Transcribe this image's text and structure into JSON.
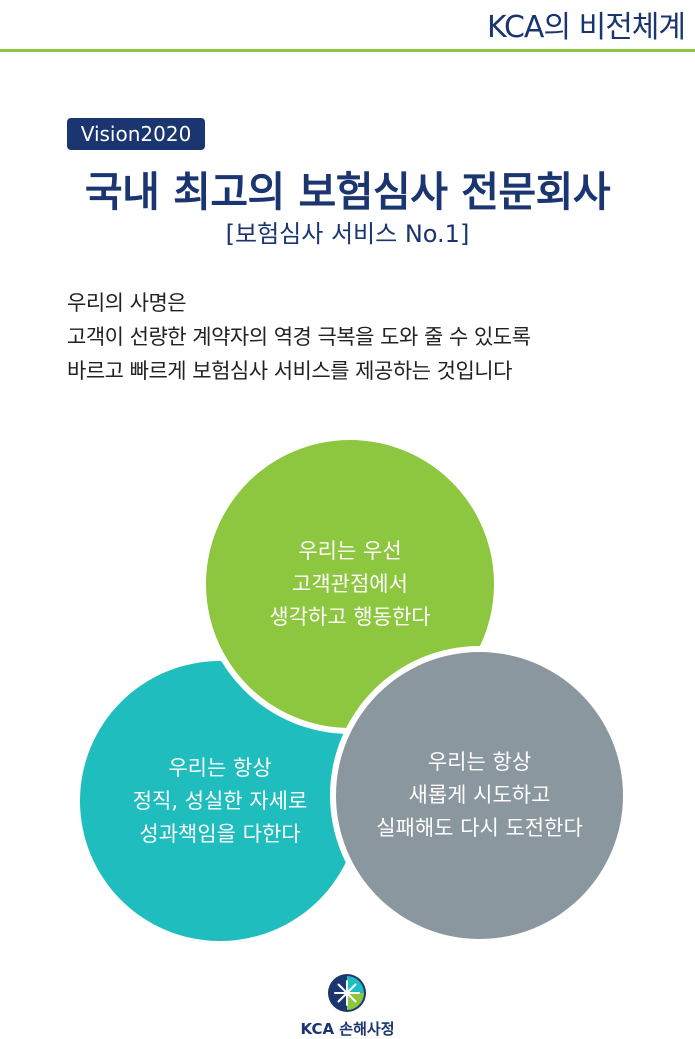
{
  "header": {
    "title": "KCA의 비전체계"
  },
  "vision": {
    "badge": "Vision2020",
    "title": "국내 최고의 보험심사 전문회사",
    "subtitle": "[보험심사 서비스 No.1]"
  },
  "mission": {
    "lines": [
      "우리의 사명은",
      "고객이 선량한 계약자의 역경 극복을 도와 줄 수 있도록",
      "바르고 빠르게 보험심사 서비스를 제공하는 것입니다"
    ]
  },
  "values": {
    "top": {
      "lines": [
        "우리는 우선",
        "고객관점에서",
        "생각하고 행동한다"
      ],
      "color": "#8dc63f"
    },
    "left": {
      "lines": [
        "우리는 항상",
        "정직, 성실한 자세로",
        "성과책임을 다한다"
      ],
      "color": "#20bdbf"
    },
    "right": {
      "lines": [
        "우리는 항상",
        "새롭게 시도하고",
        "실패해도 다시 도전한다"
      ],
      "color": "#8b979e"
    }
  },
  "footer": {
    "logo_text": "KCA 손해사정",
    "logo_icon": "kca-star-logo-icon"
  },
  "colors": {
    "navy": "#1a3570",
    "green": "#8dc63f",
    "teal": "#20bdbf",
    "gray": "#8b979e"
  }
}
